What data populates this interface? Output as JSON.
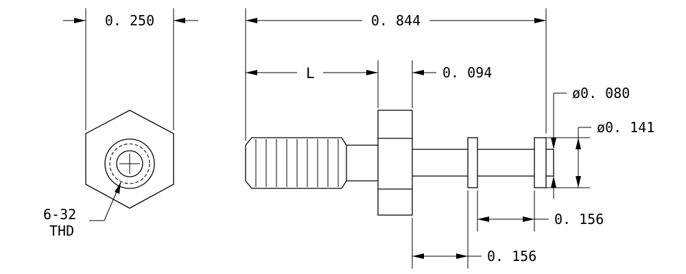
{
  "dimensions": {
    "hex_width": "0. 250",
    "overall_length": "0. 844",
    "thread_length": "L",
    "flange_thickness": "0. 094",
    "groove_diameter": "ø0. 080",
    "end_diameter": "ø0. 141",
    "collar_spacing": "0. 156",
    "flange_to_collar": "0. 156"
  },
  "thread_callout": {
    "line1": "6-32",
    "line2": "THD"
  }
}
